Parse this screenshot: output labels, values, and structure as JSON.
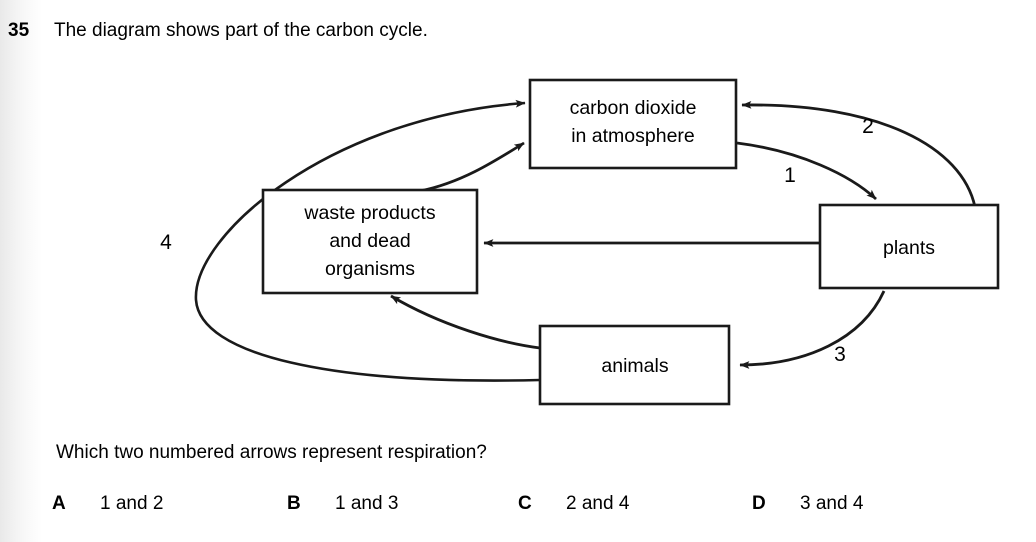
{
  "question": {
    "number": "35",
    "stem": "The diagram shows part of the carbon cycle.",
    "prompt": "Which two numbered arrows represent respiration?"
  },
  "diagram": {
    "title": "carbon cycle",
    "boxes": [
      {
        "id": "co2",
        "lines": [
          "carbon dioxide",
          "in atmosphere"
        ]
      },
      {
        "id": "waste",
        "lines": [
          "waste products",
          "and dead",
          "organisms"
        ]
      },
      {
        "id": "plants",
        "lines": [
          "plants"
        ]
      },
      {
        "id": "animals",
        "lines": [
          "animals"
        ]
      }
    ],
    "arrow_labels": {
      "one": "1",
      "two": "2",
      "three": "3",
      "four": "4"
    },
    "arrows": [
      {
        "label": "1",
        "from": "carbon dioxide in atmosphere",
        "to": "plants"
      },
      {
        "label": "2",
        "from": "plants",
        "to": "carbon dioxide in atmosphere"
      },
      {
        "label": "3",
        "from": "plants",
        "to": "animals"
      },
      {
        "label": "4",
        "from": "animals",
        "to": "carbon dioxide in atmosphere"
      },
      {
        "label": "",
        "from": "plants",
        "to": "waste products and dead organisms"
      },
      {
        "label": "",
        "from": "animals",
        "to": "waste products and dead organisms"
      },
      {
        "label": "",
        "from": "waste products and dead organisms",
        "to": "carbon dioxide in atmosphere"
      }
    ],
    "stroke_color": "#1a1a1a",
    "box_fill": "#ffffff"
  },
  "options": [
    {
      "letter": "A",
      "text": "1 and 2"
    },
    {
      "letter": "B",
      "text": "1 and 3"
    },
    {
      "letter": "C",
      "text": "2 and 4"
    },
    {
      "letter": "D",
      "text": "3 and 4"
    }
  ]
}
